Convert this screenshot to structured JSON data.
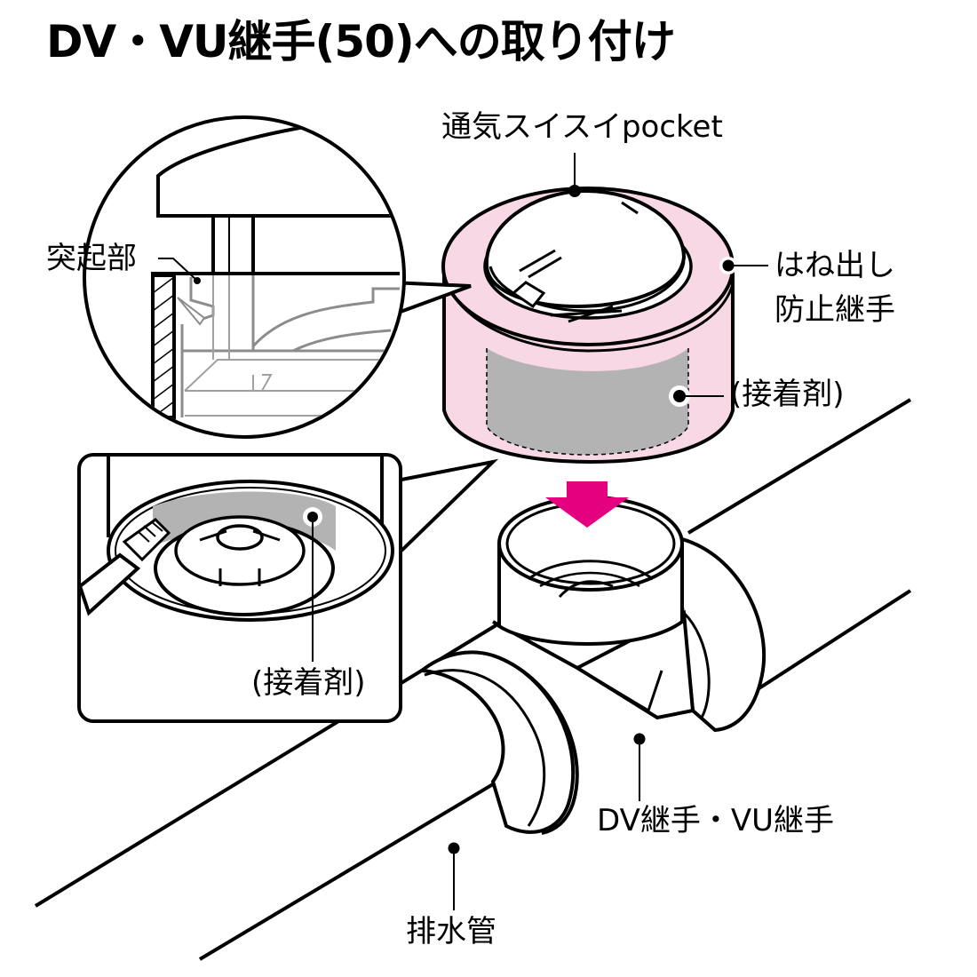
{
  "title": "DV・VU継手(50)への取り付け",
  "labels": {
    "pocket": "通気スイスイpocket",
    "spring_joint_line1": "はね出し",
    "spring_joint_line2": "防止継手",
    "adhesive_right": "(接着剤)",
    "protrusion": "突起部",
    "adhesive_inset": "(接着剤)",
    "dv_vu_joint": "DV継手・VU継手",
    "drain_pipe": "排水管"
  },
  "colors": {
    "joint_fill": "#f9d8e6",
    "adhesive_fill": "#b3b3b3",
    "arrow": "#e4007f",
    "line": "#000000",
    "inner_gray": "#8c8c8c"
  }
}
